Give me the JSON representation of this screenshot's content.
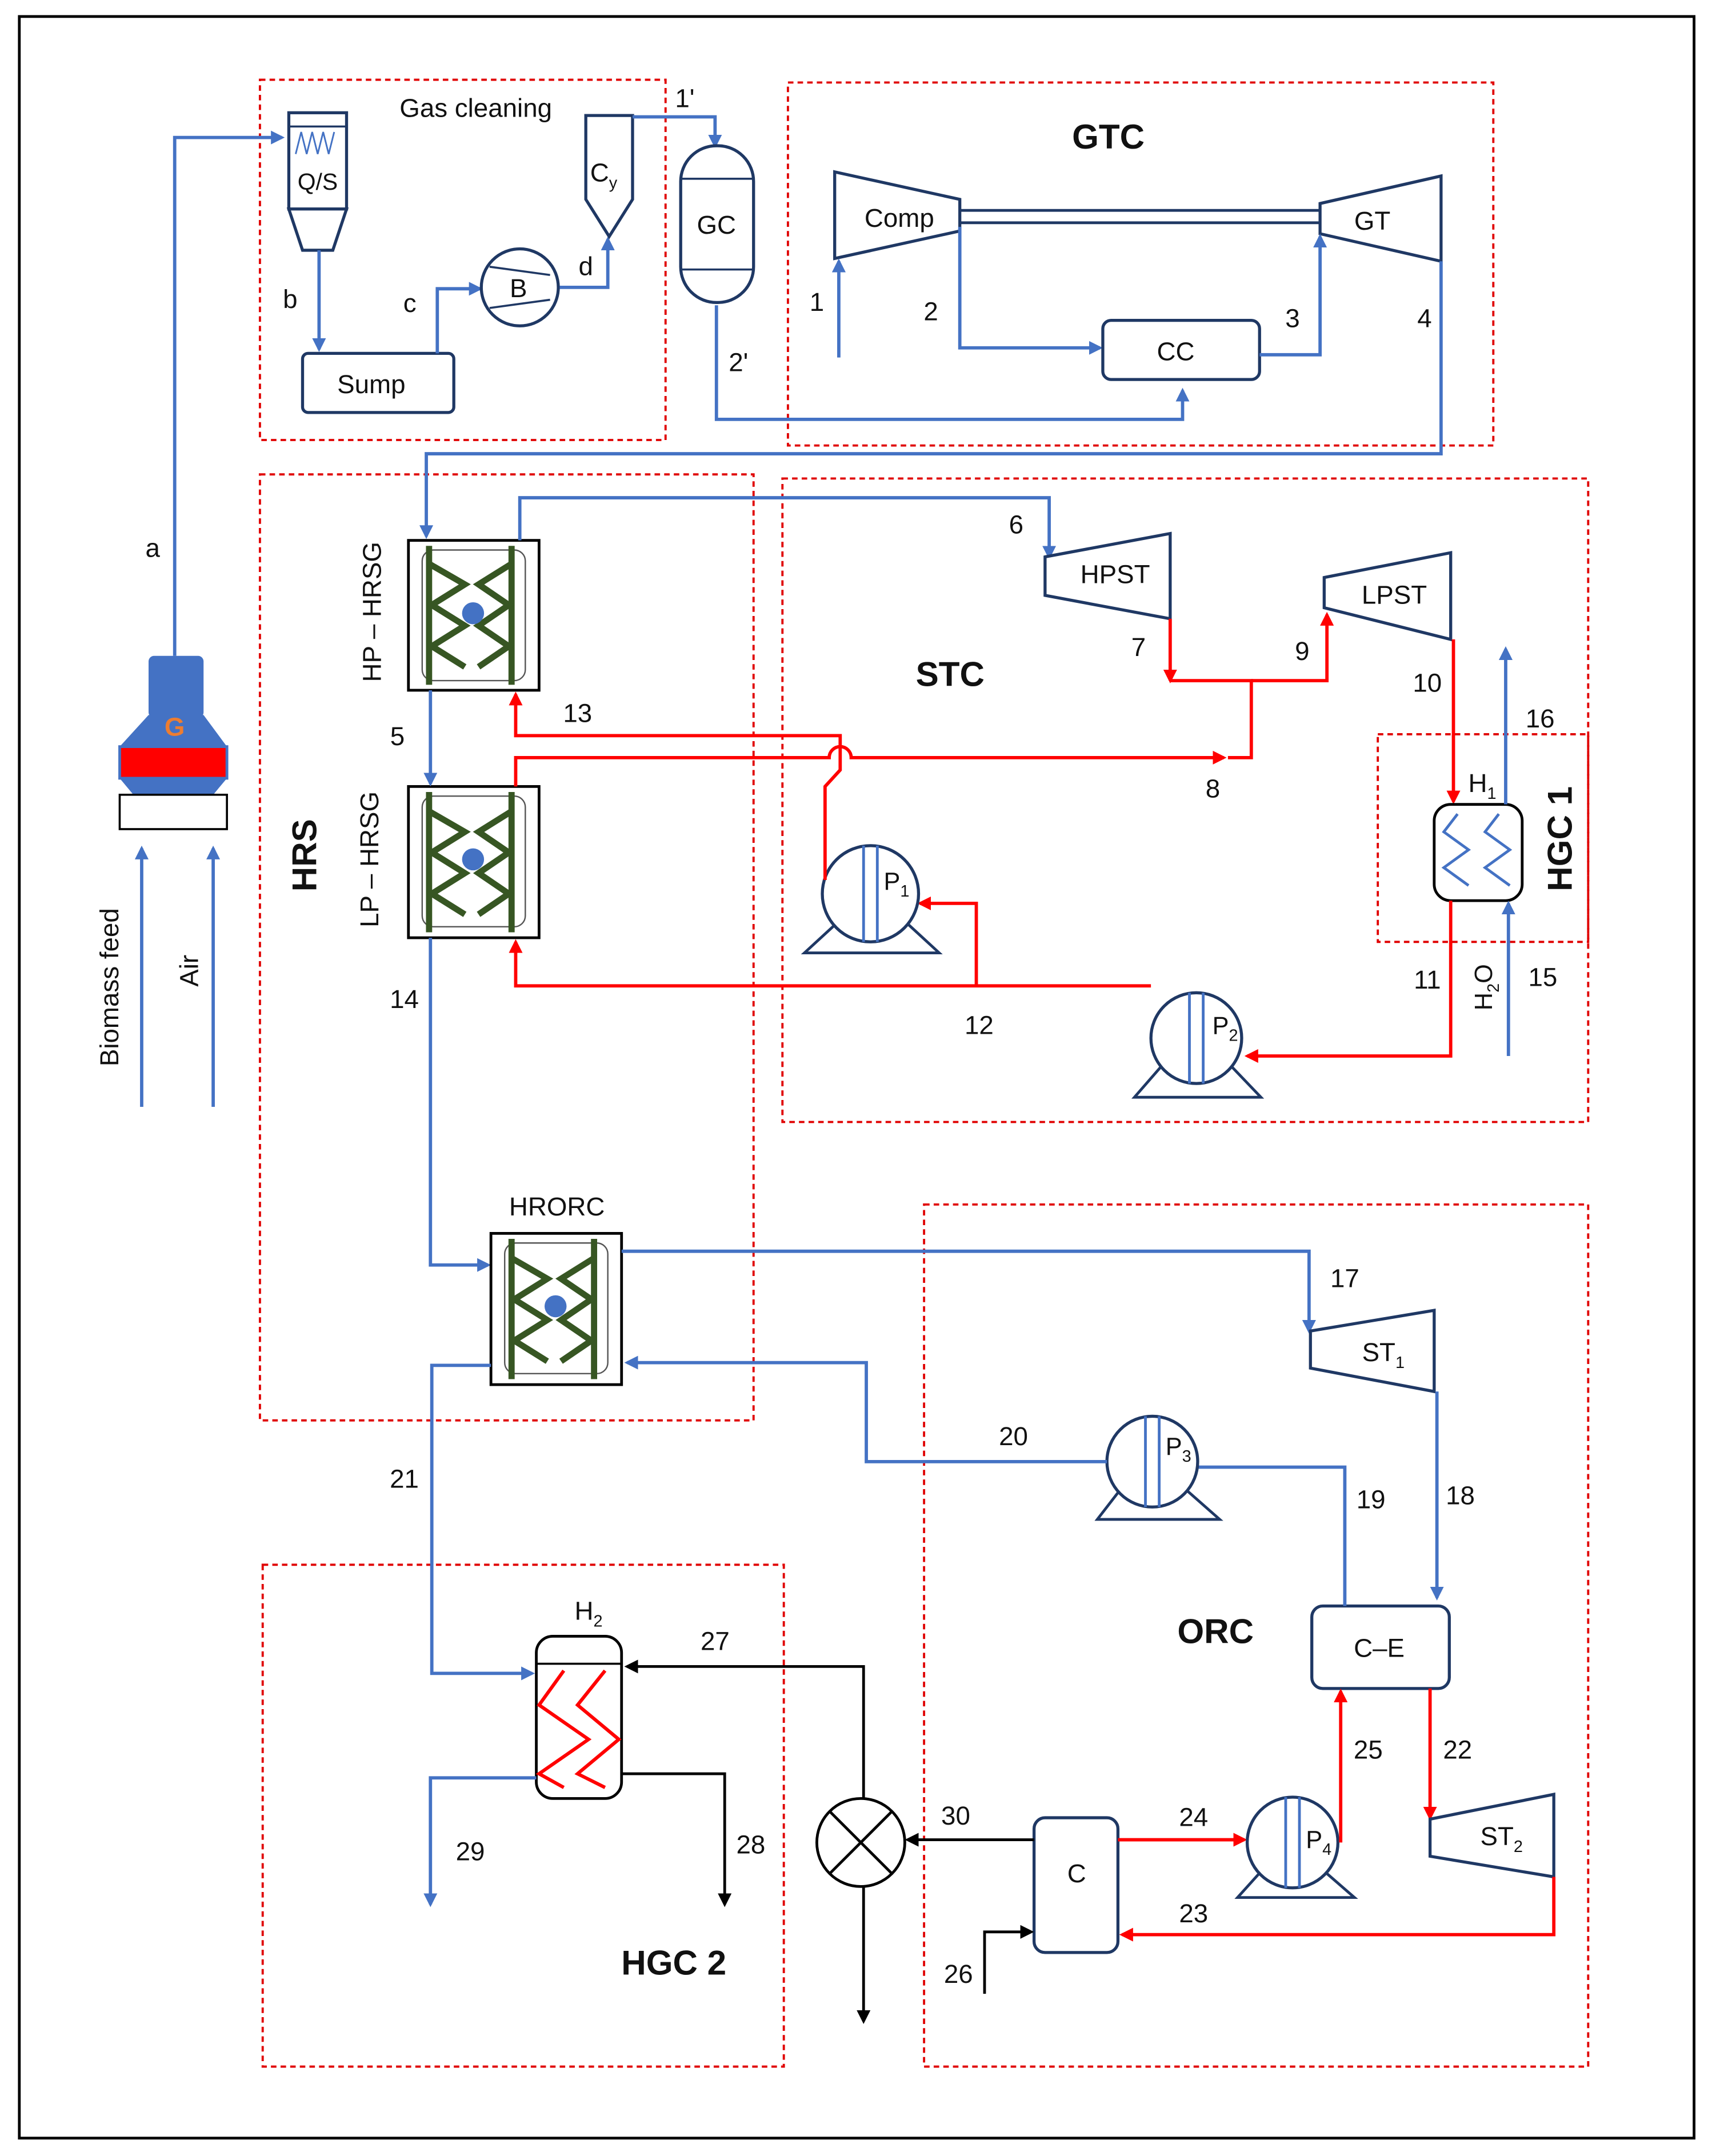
{
  "colors": {
    "stream_gas": "#4472c4",
    "stream_hot": "#ff0000",
    "stream_other": "#000000",
    "subsystem_border": "#e00000",
    "coil": "#375623"
  },
  "subsystems": {
    "gas_cleaning": "Gas cleaning",
    "gtc": "GTC",
    "hrs": "HRS",
    "stc": "STC",
    "hgc1": "HGC 1",
    "orc": "ORC",
    "hgc2": "HGC 2"
  },
  "components": {
    "gasifier": "G",
    "qs": "Q/S",
    "cy": {
      "base": "C",
      "sub": "y"
    },
    "gc": "GC",
    "blower": "B",
    "sump": "Sump",
    "comp": "Comp",
    "gt": "GT",
    "cc": "CC",
    "hp_hrsg": "HP – HRSG",
    "lp_hrsg": "LP – HRSG",
    "hpst": "HPST",
    "lpst": "LPST",
    "h1": {
      "base": "H",
      "sub": "1"
    },
    "p1": {
      "base": "P",
      "sub": "1"
    },
    "p2": {
      "base": "P",
      "sub": "2"
    },
    "hrorc": "HRORC",
    "st1": {
      "base": "ST",
      "sub": "1"
    },
    "p3": {
      "base": "P",
      "sub": "3"
    },
    "ce": "C–E",
    "st2": {
      "base": "ST",
      "sub": "2"
    },
    "condenser": "C",
    "p4": {
      "base": "P",
      "sub": "4"
    },
    "h2": {
      "base": "H",
      "sub": "2"
    }
  },
  "inputs": {
    "biomass": "Biomass feed",
    "air": "Air",
    "water": {
      "base": "H",
      "sub": "2",
      "tail": "O"
    }
  },
  "streams": {
    "a": "a",
    "b": "b",
    "c": "c",
    "d": "d",
    "s1p": "1'",
    "s2p": "2'",
    "s1": "1",
    "s2": "2",
    "s3": "3",
    "s4": "4",
    "s5": "5",
    "s6": "6",
    "s7": "7",
    "s8": "8",
    "s9": "9",
    "s10": "10",
    "s11": "11",
    "s12": "12",
    "s13": "13",
    "s14": "14",
    "s15": "15",
    "s16": "16",
    "s17": "17",
    "s18": "18",
    "s19": "19",
    "s20": "20",
    "s21": "21",
    "s22": "22",
    "s23": "23",
    "s24": "24",
    "s25": "25",
    "s26": "26",
    "s27": "27",
    "s28": "28",
    "s29": "29",
    "s30": "30"
  }
}
